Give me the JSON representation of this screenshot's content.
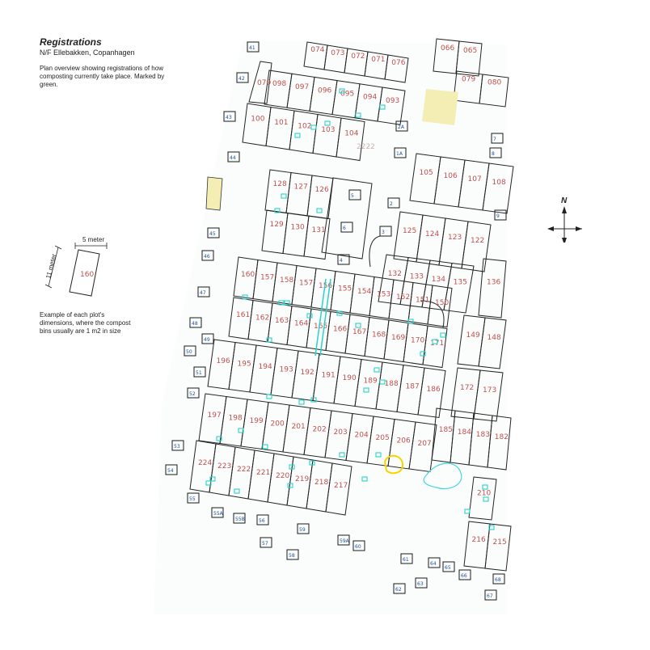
{
  "title": "Registrations",
  "subtitle": "N/F Ellebakken, Copanhagen",
  "description": "Plan overview showing registrations of how composting currently take place. Marked by green.",
  "example": {
    "width_label": "5 meter",
    "height_label": "11 meter",
    "plot_number": "160",
    "text": "Example of each plot's dimensions, where the compost bins usually are 1 m2 in size"
  },
  "compass_label": "N",
  "colors": {
    "plot_number": "#c0504d",
    "outline": "#222222",
    "compost": "#2ad2c9",
    "service_label": "#1d4f9c",
    "highlight": "#f5d400",
    "shaded": "#f4eeb4",
    "pond": "#43d6e0"
  },
  "block_a_rows": [
    [
      "098",
      "097",
      "096",
      "095",
      "094",
      "093"
    ],
    [
      "100",
      "101",
      "102",
      "103",
      "104"
    ]
  ],
  "block_a_top_row": [
    "074",
    "073",
    "072",
    "071",
    "076"
  ],
  "block_a_corner": "079",
  "upper_right_plots": [
    "066",
    "065",
    "079",
    "080"
  ],
  "row_105": [
    "105",
    "106",
    "107",
    "108"
  ],
  "row_125": [
    "125",
    "124",
    "123",
    "122"
  ],
  "row_132": [
    "132",
    "133",
    "134",
    "135"
  ],
  "block_128": [
    "128",
    "127",
    "126"
  ],
  "block_130": [
    "129",
    "130",
    "131"
  ],
  "row_160": [
    "160",
    "157",
    "158",
    "157",
    "156",
    "155",
    "154",
    "153",
    "152",
    "151",
    "150"
  ],
  "row_161": [
    "161",
    "162",
    "163",
    "164",
    "165",
    "166",
    "167",
    "168",
    "169",
    "170",
    "171"
  ],
  "row_196": [
    "196",
    "195",
    "194",
    "193",
    "192",
    "191",
    "190",
    "189",
    "188",
    "187",
    "186"
  ],
  "row_197": [
    "197",
    "198",
    "199",
    "200",
    "201",
    "202",
    "203",
    "204",
    "205",
    "206",
    "207"
  ],
  "row_224": [
    "224",
    "223",
    "222",
    "221",
    "220",
    "219",
    "218",
    "217"
  ],
  "right_plots": [
    "136",
    "149",
    "148",
    "172",
    "173",
    "185",
    "184",
    "183",
    "182",
    "210",
    "216",
    "215"
  ],
  "service_labels": [
    "41",
    "42",
    "43",
    "44",
    "45",
    "46",
    "47",
    "48",
    "49",
    "50",
    "51",
    "52",
    "53",
    "54",
    "55",
    "55A",
    "55B",
    "56",
    "57",
    "58",
    "59",
    "59A",
    "60",
    "61",
    "62",
    "63",
    "64",
    "65",
    "66",
    "67",
    "68",
    "2A",
    "1A",
    "2",
    "3",
    "4",
    "5",
    "6",
    "7",
    "8",
    "9"
  ],
  "misc_text": "2222"
}
